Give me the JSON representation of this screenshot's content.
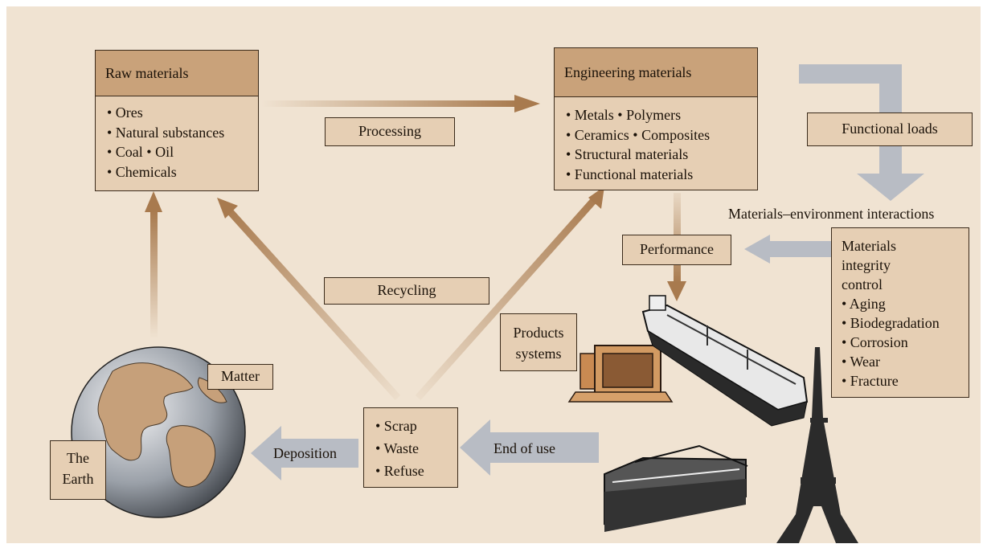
{
  "raw_materials": {
    "title": "Raw materials",
    "items": [
      "• Ores",
      "• Natural substances",
      "• Coal  • Oil",
      "• Chemicals"
    ]
  },
  "engineering_materials": {
    "title": "Engineering materials",
    "items": [
      "• Metals  • Polymers",
      "• Ceramics  • Composites",
      "• Structural materials",
      "• Functional materials"
    ]
  },
  "labels": {
    "processing": "Processing",
    "functional_loads": "Functional loads",
    "environment_interactions": "Materials–environment interactions",
    "performance": "Performance",
    "recycling": "Recycling",
    "products_systems": [
      "Products",
      "systems"
    ],
    "matter": "Matter",
    "the_earth": [
      "The",
      "Earth"
    ],
    "deposition": "Deposition",
    "end_of_use": "End of use"
  },
  "integrity_control": {
    "lines": [
      "Materials",
      "integrity",
      "control"
    ],
    "items": [
      "• Aging",
      "• Biodegradation",
      "• Corrosion",
      "• Wear",
      "• Fracture"
    ]
  },
  "waste_box": {
    "items": [
      "• Scrap",
      "• Waste",
      "• Refuse"
    ]
  },
  "colors": {
    "background": "#f0e3d2",
    "box_fill": "#e6cfb4",
    "header_fill": "#c9a27a",
    "brown_arrow": "#a87a4e",
    "gray_arrow": "#b8bcc4"
  }
}
